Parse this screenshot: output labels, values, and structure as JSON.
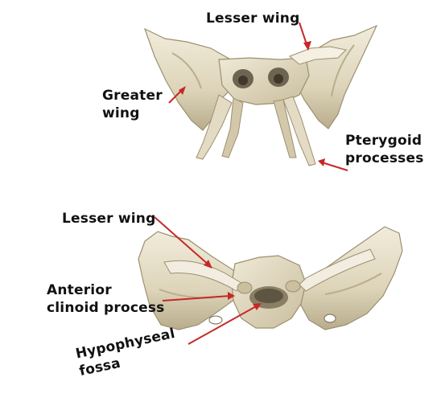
{
  "labels": {
    "top_lesser_wing": "Lesser wing",
    "greater_wing": "Greater\nwing",
    "pterygoid_processes": "Pterygoid\nprocesses",
    "bottom_lesser_wing": "Lesser wing",
    "anterior_clinoid_process": "Anterior\nclinoid process",
    "hypophyseal_fossa": "Hypophyseal\nfossa"
  },
  "colors": {
    "arrow": "#c62828",
    "bone_light": "#ece6d2",
    "bone_mid": "#d8cfb4",
    "bone_shadow": "#a99d7e",
    "bone_dark": "#6e6450",
    "text": "#111111"
  }
}
